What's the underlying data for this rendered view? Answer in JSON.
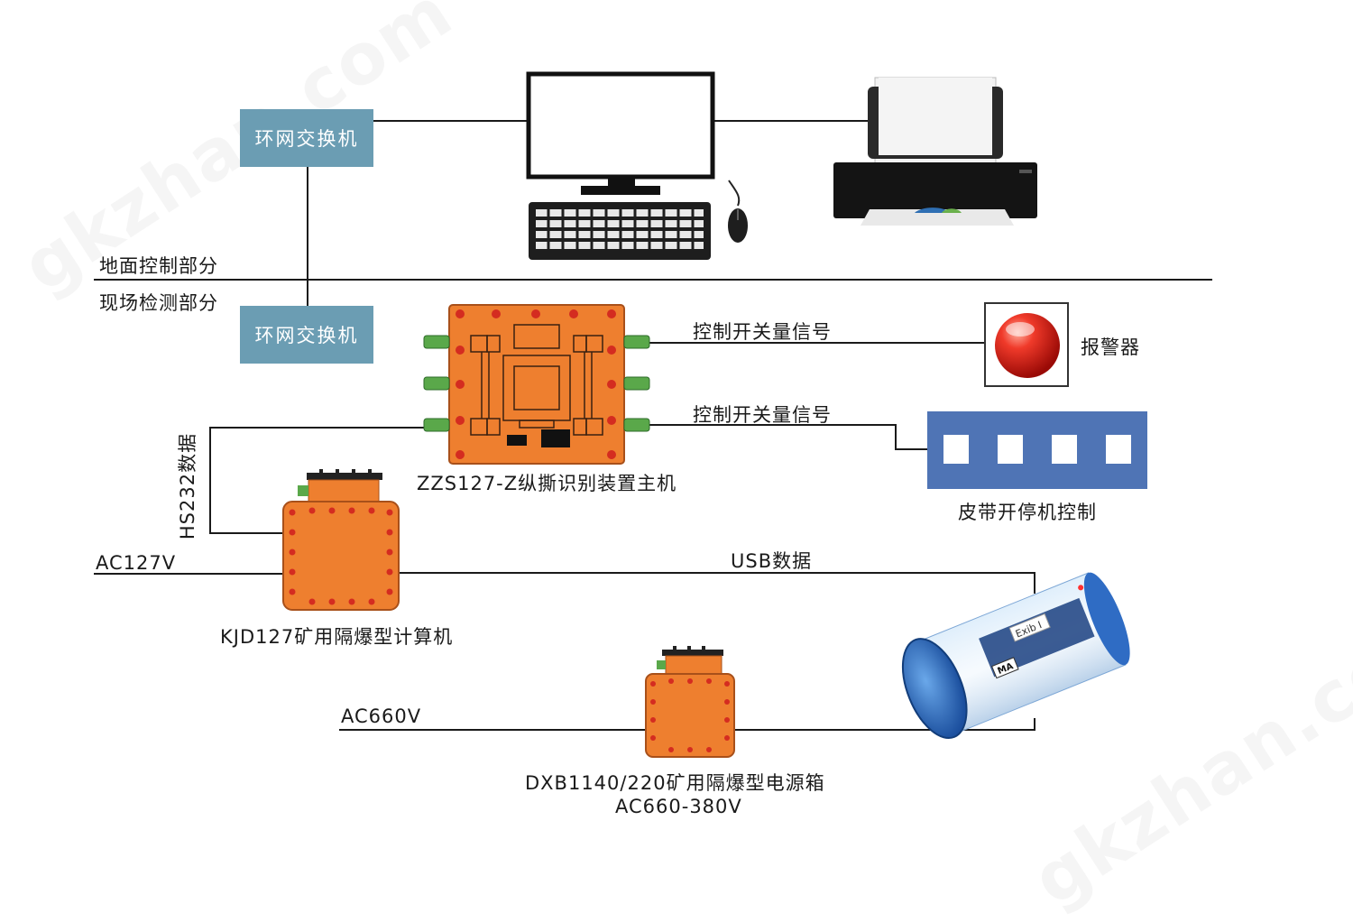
{
  "watermark": "gkzhan.com",
  "sections": {
    "ground": "地面控制部分",
    "field": "现场检测部分"
  },
  "switches": {
    "top": "环网交换机",
    "bottom": "环网交换机"
  },
  "signals": {
    "alarm_signal": "控制开关量信号",
    "belt_signal": "控制开关量信号",
    "hs232": "HS232数据",
    "usb": "USB数据",
    "ac127": "AC127V",
    "ac660": "AC660V"
  },
  "devices": {
    "main_unit": "ZZS127-Z纵撕识别装置主机",
    "alarm": "报警器",
    "belt_control": "皮带开停机控制",
    "computer": "KJD127矿用隔爆型计算机",
    "power_box_line1": "DXB1140/220矿用隔爆型电源箱",
    "power_box_line2": "AC660-380V",
    "camera_tag1": "Exib I",
    "camera_tag2": "MA"
  },
  "colors": {
    "switch": "#6b9db3",
    "orange": "#ee7f2f",
    "belt_panel": "#4f74b5",
    "alarm_red": "#e02020"
  }
}
